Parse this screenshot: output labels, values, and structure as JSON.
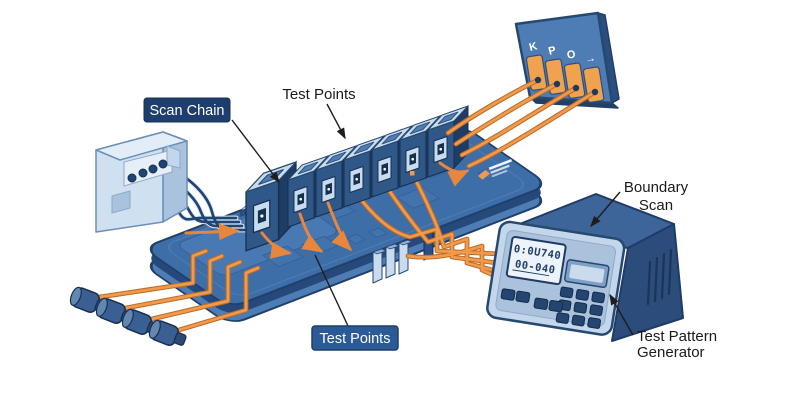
{
  "diagram": {
    "title_context": "Boundary scan test diagram",
    "labels": {
      "scan_chain": "Scan Chain",
      "test_points_top": "Test Points",
      "test_points_bottom": "Test Points",
      "boundary_scan": [
        "Boundary",
        "Scan"
      ],
      "test_pattern_generator": [
        "Test Pattern",
        "Generator"
      ]
    },
    "connector_panel": {
      "glyphs": [
        "K",
        "P",
        "O",
        "→"
      ]
    },
    "generator_display": {
      "line1": "0:0U740",
      "line2": "00-040"
    },
    "colors": {
      "board": "#3e6ea8",
      "board_side": "#26497b",
      "chip_front": "#2f5787",
      "chip_top": "#c9dbee",
      "wire_orange": "#f09a4f",
      "wire_navy": "#1e4574",
      "label_box_dark": "#1e3e6e",
      "label_box_mid": "#2c5a96",
      "panel_blue": "#4e7cb4",
      "pad_orange": "#f0a24e",
      "device_light": "#c3d6eb",
      "device_body": "#3e659a"
    }
  }
}
